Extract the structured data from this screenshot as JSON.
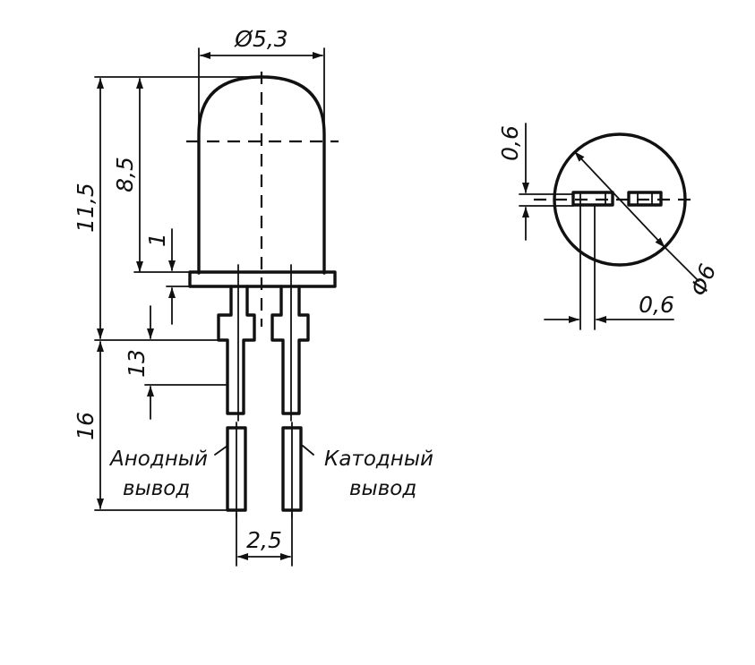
{
  "dimensions": {
    "lens_diameter": "Ø5,3",
    "total_height": "11,5",
    "body_height": "8,5",
    "flange_thickness": "1",
    "lead_offset": "13",
    "lead_length": "16",
    "lead_spacing": "2,5",
    "lead_thickness": "0,6",
    "lead_width": "0,6",
    "flange_diameter": "Φ6"
  },
  "labels": {
    "anode_line1": "Анодный",
    "anode_line2": "вывод",
    "cathode_line1": "Катодный",
    "cathode_line2": "вывод"
  }
}
